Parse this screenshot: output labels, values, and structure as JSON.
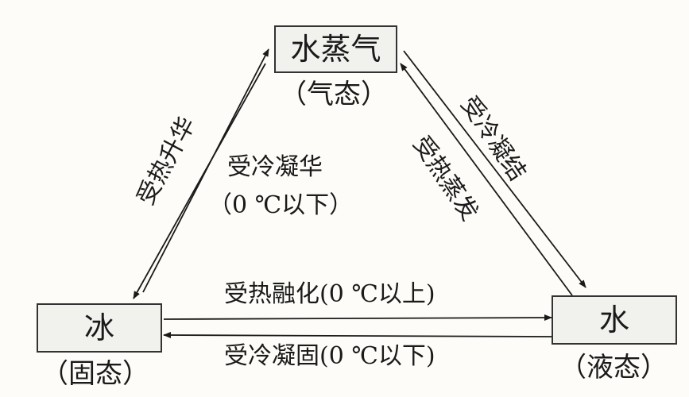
{
  "nodes": {
    "vapor": {
      "label": "水蒸气",
      "state": "（气态）"
    },
    "ice": {
      "label": "冰",
      "state": "（固态）"
    },
    "water": {
      "label": "水",
      "state": "（液态）"
    }
  },
  "transitions": {
    "ice_to_vapor": "受热升华",
    "vapor_to_ice": "受冷凝华",
    "vapor_to_ice_cond": "（0 ℃以下）",
    "water_to_vapor": "受热蒸发",
    "vapor_to_water": "受冷凝结",
    "ice_to_water": "受热融化(0 ℃以上)",
    "water_to_ice": "受冷凝固(0 ℃以下)"
  }
}
